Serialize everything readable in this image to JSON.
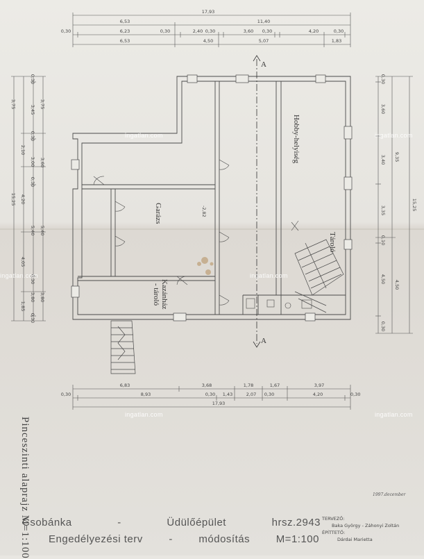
{
  "watermark": "ingatlan.com",
  "sheet_title": "Pinceszinti alaprajz   M=1:100",
  "project": {
    "place": "Csobánka",
    "dash": "-",
    "building": "Üdülőépület",
    "lot": "hrsz.2943",
    "plan_type": "Engedélyezési terv",
    "dash2": "-",
    "modification": "módosítás",
    "scale": "M=1:100"
  },
  "credits": {
    "designer_label": "TERVEZŐ:",
    "designer": "Baka György - Záhonyi Zoltán",
    "builder_label": "ÉPÍTTETŐ:",
    "builder": "Dárdai Marietta"
  },
  "date": "1997.december",
  "rooms": {
    "hobby": "Hobby-helyiség",
    "garage": "Garázs",
    "storage": "Tároló",
    "boiler": "Kazánház",
    "boiler2": "- tároló",
    "level": "-2,82"
  },
  "section_mark": "A",
  "dims_top": {
    "total": "17,93",
    "r1": [
      "6,53",
      "11,40"
    ],
    "r2": [
      "0,30",
      "6,23",
      "0,30",
      "2,40",
      "0,30",
      "3,60",
      "0,30",
      "4,20",
      "0,30"
    ],
    "r3": [
      "6,53",
      "4,50",
      "5,07",
      "1,83"
    ]
  },
  "dims_bottom": {
    "r1": [
      "6,83",
      "3,68",
      "1,78",
      "1,67",
      "3,97"
    ],
    "r2": [
      "0,30",
      "8,93",
      "0,30",
      "1,43",
      "2,07",
      "0,30",
      "4,20",
      "0,30"
    ],
    "total": "17,93"
  },
  "dims_left": {
    "r1": [
      "3,75",
      "2,10",
      "4,20",
      "4,05",
      "1,85"
    ],
    "r2": [
      "0,30",
      "3,45",
      "0,30",
      "3,00",
      "0,30",
      "5,40",
      "0,30",
      "3,80",
      "0,30"
    ],
    "r3": [
      "3,75",
      "3,60",
      "15,25",
      "5,40",
      "3,80"
    ]
  },
  "dims_right": {
    "r1": [
      "0,30",
      "3,60",
      "3,40",
      "3,35",
      "0,10",
      "4,50",
      "0,30"
    ],
    "r2": [
      "9,35",
      "4,50"
    ],
    "r3": [
      "15,25"
    ]
  }
}
